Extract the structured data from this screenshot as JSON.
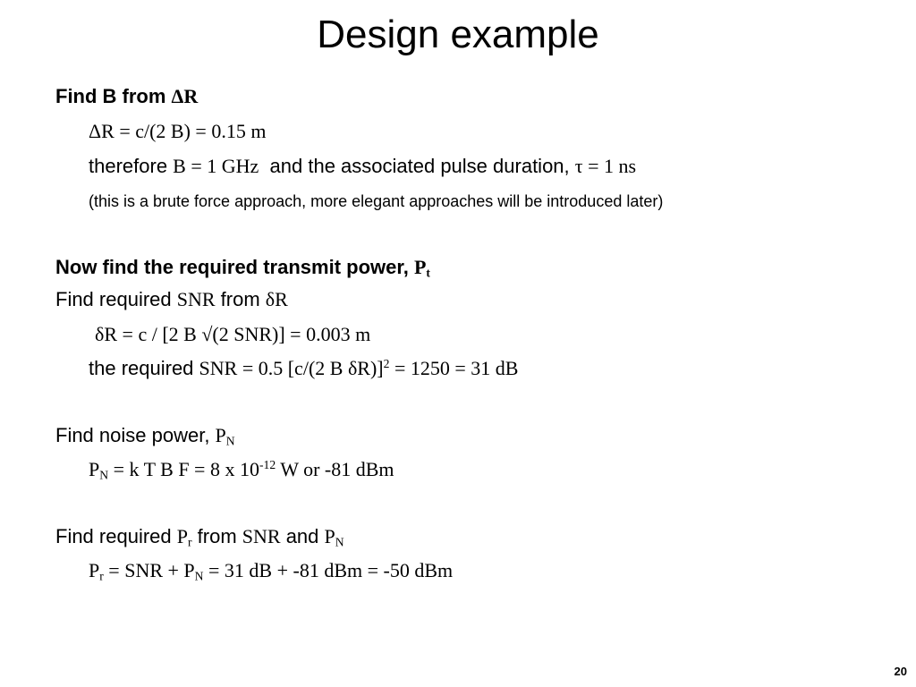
{
  "title": "Design example",
  "section1": {
    "heading": "Find B from ",
    "heading_math": "ΔR",
    "eq1": "ΔR = c/(2 B) = 0.15 m",
    "line2_pre": "therefore ",
    "line2_math1": "B = 1 GHz",
    "line2_mid": "  and the associated pulse duration, ",
    "line2_math2": "τ = 1 ns",
    "note": "(this is a brute force approach, more elegant approaches will be introduced later)"
  },
  "section2": {
    "heading": "Now find the required transmit power, ",
    "heading_P": "P",
    "heading_sub": "t",
    "line1_pre": "Find required ",
    "line1_snr": "SNR",
    "line1_mid": " from ",
    "line1_delta": "δR",
    "eq1": "δR = c / [2 B √(2 SNR)] = 0.003 m",
    "line3_pre": "the required ",
    "line3_math": "SNR = 0.5 [c/(2 B δR)]",
    "line3_sup": "2",
    "line3_post": " = 1250 = 31 dB"
  },
  "section3": {
    "heading_pre": "Find noise power, ",
    "heading_P": "P",
    "heading_sub": "N",
    "eq_P": "P",
    "eq_sub": "N",
    "eq_mid": " = k T B F = 8 x 10",
    "eq_sup": "-12",
    "eq_post": " W or -81 dBm"
  },
  "section4": {
    "heading_pre": "Find required ",
    "heading_P": "P",
    "heading_sub": "r",
    "heading_mid": " from ",
    "heading_snr": "SNR",
    "heading_and": " and ",
    "heading_P2": "P",
    "heading_sub2": "N",
    "eq_P": "P",
    "eq_sub": "r",
    "eq_mid": " = SNR + P",
    "eq_sub2": "N",
    "eq_post": " = 31 dB + -81 dBm = -50 dBm"
  },
  "page_number": "20"
}
